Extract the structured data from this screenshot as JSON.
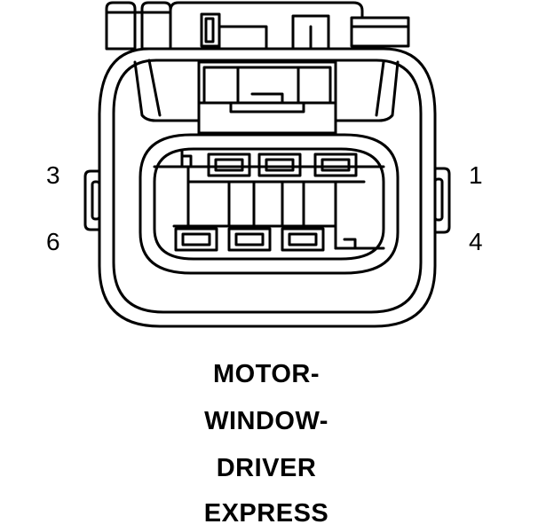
{
  "diagram": {
    "pin_labels": {
      "top_left": "3",
      "bottom_left": "6",
      "top_right": "1",
      "bottom_right": "4"
    },
    "title_lines": [
      "MOTOR-",
      "WINDOW-",
      "DRIVER",
      "EXPRESS"
    ],
    "colors": {
      "line": "#000000",
      "background": "#ffffff"
    }
  }
}
